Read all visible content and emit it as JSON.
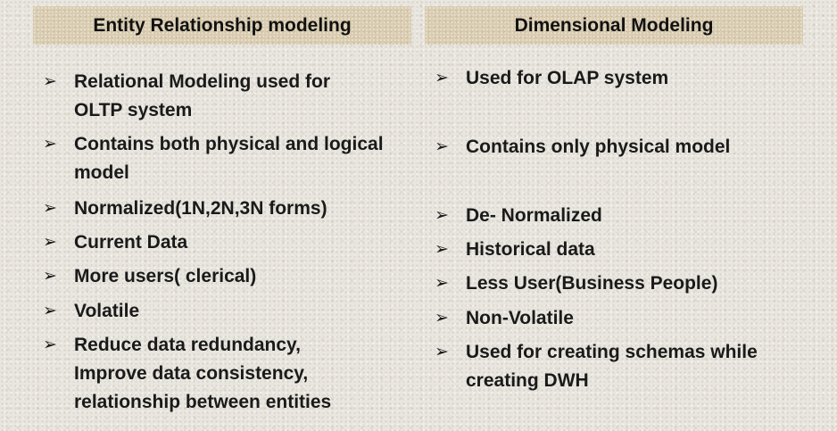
{
  "left": {
    "heading": "Entity Relationship  modeling",
    "items": [
      {
        "bullet": "➢",
        "lines": [
          "Relational Modeling used for",
          "OLTP system"
        ]
      },
      {
        "bullet": "➢",
        "lines": [
          "Contains both physical and logical",
          "model"
        ]
      },
      {
        "bullet": "➢",
        "lines": [
          "Normalized(1N,2N,3N forms)"
        ]
      },
      {
        "bullet": "➢",
        "lines": [
          "Current Data"
        ]
      },
      {
        "bullet": "➢",
        "lines": [
          "More users( clerical)"
        ]
      },
      {
        "bullet": "➢",
        "lines": [
          "Volatile"
        ]
      },
      {
        "bullet": "➢",
        "lines": [
          "Reduce data redundancy,",
          "Improve data consistency,",
          "relationship between entities"
        ]
      }
    ]
  },
  "right": {
    "heading": "Dimensional  Modeling",
    "items": [
      {
        "bullet": "➢",
        "lines": [
          "Used for OLAP system"
        ]
      },
      {
        "bullet": "➢",
        "lines": [
          "Contains only physical model"
        ]
      },
      {
        "bullet": "➢",
        "lines": [
          "De- Normalized"
        ]
      },
      {
        "bullet": "➢",
        "lines": [
          "Historical data"
        ]
      },
      {
        "bullet": "➢",
        "lines": [
          "Less User(Business People)"
        ]
      },
      {
        "bullet": "➢",
        "lines": [
          "Non-Volatile"
        ]
      },
      {
        "bullet": "➢",
        "lines": [
          "Used for creating schemas while",
          "creating DWH"
        ]
      }
    ]
  }
}
